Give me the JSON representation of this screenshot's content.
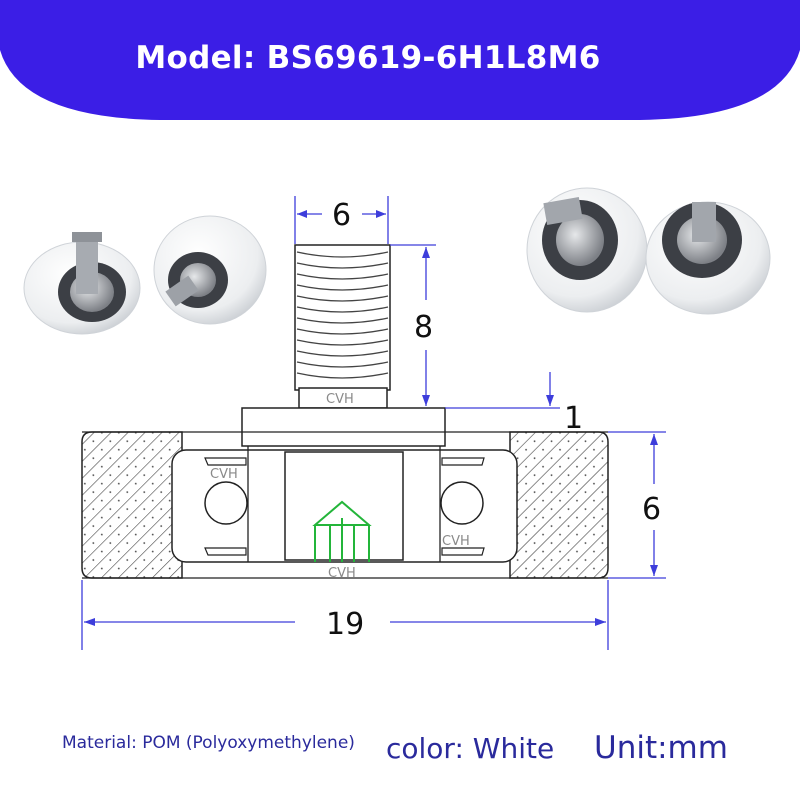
{
  "header": {
    "model": "Model: BS69619-6H1L8M6",
    "banner_color": "#3b1ee6"
  },
  "dimensions": {
    "thread_diameter": "6",
    "thread_length": "8",
    "step": "1",
    "width": "6",
    "outer_diameter": "19"
  },
  "drawing_labels": {
    "brand": "CVH"
  },
  "footer": {
    "material": "Material: POM (Polyoxymethylene)",
    "color": "color: White",
    "unit": "Unit:mm"
  },
  "colors": {
    "dimension_line": "#3d3ddb",
    "footer_text": "#2a2a9c",
    "logo_green": "#23b53a"
  }
}
